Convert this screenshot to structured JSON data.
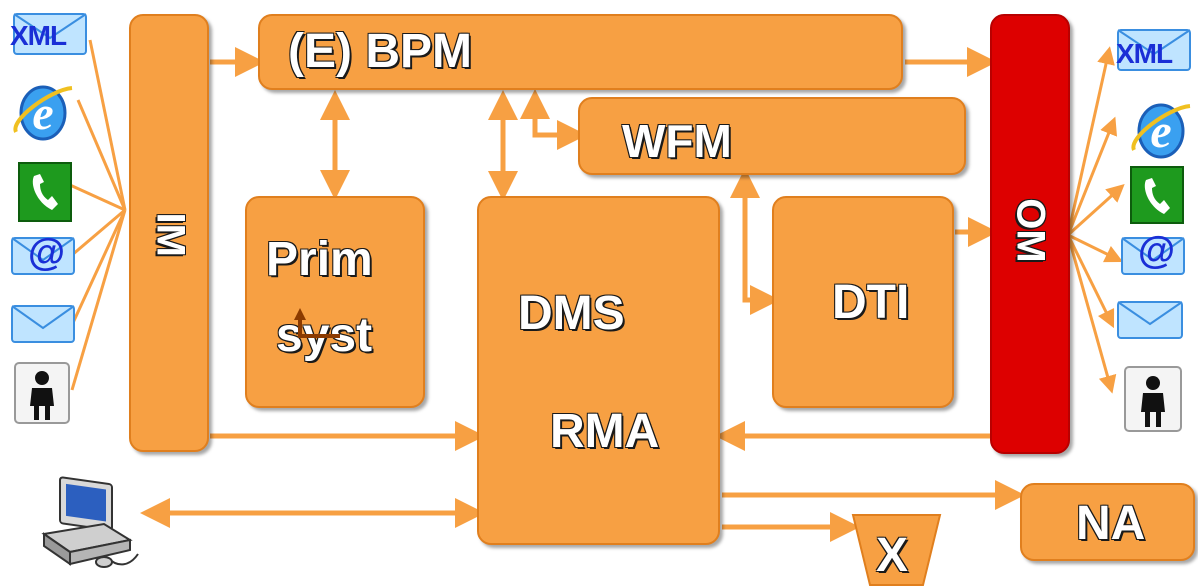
{
  "colors": {
    "box_fill": "#F7A043",
    "box_border": "#E07F1E",
    "om_fill": "#DD0000",
    "arrow": "#F7A043",
    "label_text": "#FFFFFF",
    "label_outline": "#1A1A1A",
    "xml_text": "#1A2FD6"
  },
  "blocks": {
    "im": "IM",
    "bpm": "(E) BPM",
    "wfm": "WFM",
    "prim_line1": "Prim",
    "prim_line2": "syst",
    "dms": "DMS",
    "rma": "RMA",
    "dti": "DTI",
    "om": "OM",
    "na": "NA",
    "x": "X"
  },
  "channels_in": [
    {
      "icon": "xml-icon",
      "text": "XML"
    },
    {
      "icon": "internet-explorer-icon"
    },
    {
      "icon": "phone-icon"
    },
    {
      "icon": "at-email-icon",
      "text": "@"
    },
    {
      "icon": "envelope-icon"
    },
    {
      "icon": "person-icon"
    }
  ],
  "channels_out": [
    {
      "icon": "xml-icon",
      "text": "XML"
    },
    {
      "icon": "internet-explorer-icon"
    },
    {
      "icon": "phone-icon"
    },
    {
      "icon": "at-email-icon",
      "text": "@"
    },
    {
      "icon": "envelope-icon"
    },
    {
      "icon": "person-icon"
    }
  ],
  "workstation": {
    "icon": "computer-workstation-icon"
  }
}
